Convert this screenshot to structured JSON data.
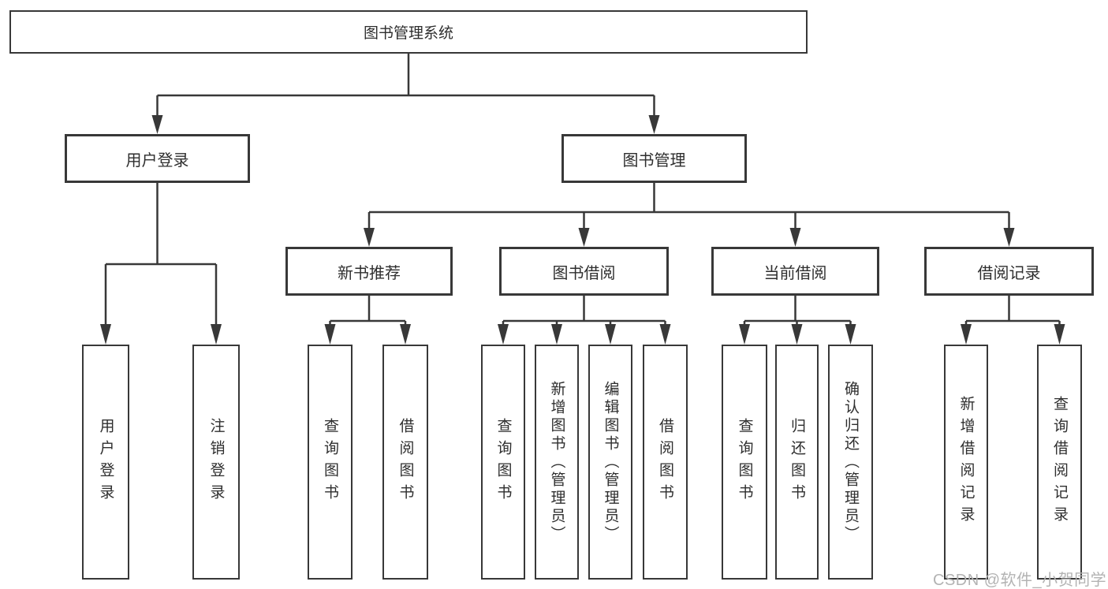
{
  "tree": {
    "label": "图书管理系统",
    "children": [
      {
        "label": "用户登录",
        "children": [
          {
            "label": "用户登录"
          },
          {
            "label": "注销登录"
          }
        ]
      },
      {
        "label": "图书管理",
        "children": [
          {
            "label": "新书推荐",
            "children": [
              {
                "label": "查询图书"
              },
              {
                "label": "借阅图书"
              }
            ]
          },
          {
            "label": "图书借阅",
            "children": [
              {
                "label": "查询图书"
              },
              {
                "label": "新增图书（管理员）"
              },
              {
                "label": "编辑图书（管理员）"
              },
              {
                "label": "借阅图书"
              }
            ]
          },
          {
            "label": "当前借阅",
            "children": [
              {
                "label": "查询图书"
              },
              {
                "label": "归还图书"
              },
              {
                "label": "确认归还（管理员）"
              }
            ]
          },
          {
            "label": "借阅记录",
            "children": [
              {
                "label": "新增借阅记录"
              },
              {
                "label": "查询借阅记录"
              }
            ]
          }
        ]
      }
    ]
  },
  "watermark": {
    "text": "CSDN @软件_小贺同学"
  },
  "colors": {
    "line": "#383838",
    "box_border": "#383838",
    "text": "#2e2e2e",
    "watermark": "#b3b3b3",
    "background": "#ffffff"
  }
}
